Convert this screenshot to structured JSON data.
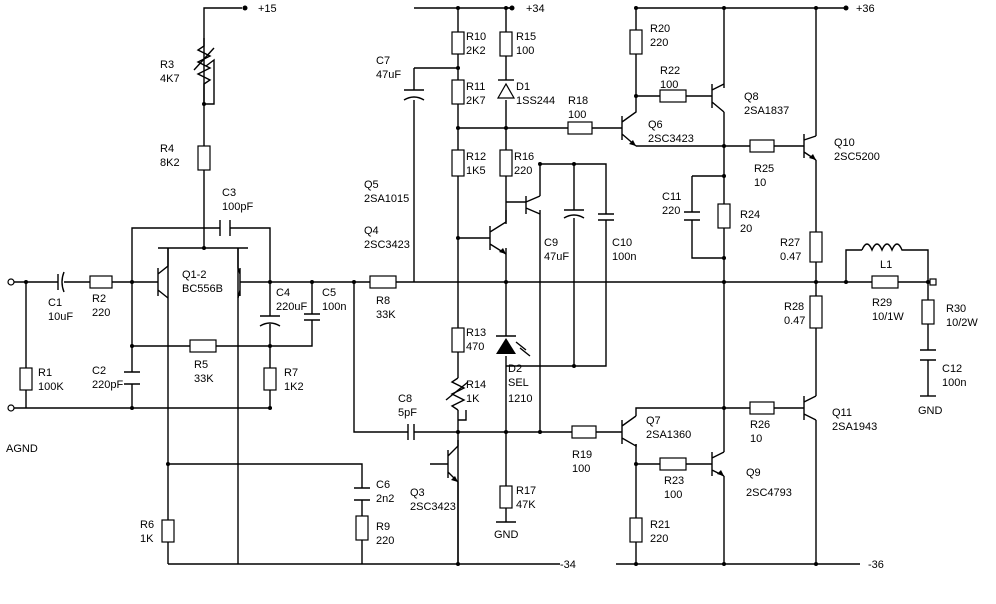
{
  "rails": {
    "p15": "+15",
    "p34": "+34",
    "p36": "+36",
    "n34": "-34",
    "n36": "-36",
    "agnd": "AGND",
    "gnd_left": "GND",
    "gnd_right": "GND"
  },
  "components": {
    "R1": {
      "ref": "R1",
      "value": "100K"
    },
    "R2": {
      "ref": "R2",
      "value": "220"
    },
    "R3": {
      "ref": "R3",
      "value": "4K7"
    },
    "R4": {
      "ref": "R4",
      "value": "8K2"
    },
    "R5": {
      "ref": "R5",
      "value": "33K"
    },
    "R6": {
      "ref": "R6",
      "value": "1K"
    },
    "R7": {
      "ref": "R7",
      "value": "1K2"
    },
    "R8": {
      "ref": "R8",
      "value": "33K"
    },
    "R9": {
      "ref": "R9",
      "value": "220"
    },
    "R10": {
      "ref": "R10",
      "value": "2K2"
    },
    "R11": {
      "ref": "R11",
      "value": "2K7"
    },
    "R12": {
      "ref": "R12",
      "value": "1K5"
    },
    "R13": {
      "ref": "R13",
      "value": "470"
    },
    "R14": {
      "ref": "R14",
      "value": "1K"
    },
    "R15": {
      "ref": "R15",
      "value": "100"
    },
    "R16": {
      "ref": "R16",
      "value": "220"
    },
    "R17": {
      "ref": "R17",
      "value": "47K"
    },
    "R18": {
      "ref": "R18",
      "value": "100"
    },
    "R19": {
      "ref": "R19",
      "value": "100"
    },
    "R20": {
      "ref": "R20",
      "value": "220"
    },
    "R21": {
      "ref": "R21",
      "value": "220"
    },
    "R22": {
      "ref": "R22",
      "value": "100"
    },
    "R23": {
      "ref": "R23",
      "value": "100"
    },
    "R24": {
      "ref": "R24",
      "value": "20"
    },
    "R25": {
      "ref": "R25",
      "value": "10"
    },
    "R26": {
      "ref": "R26",
      "value": "10"
    },
    "R27": {
      "ref": "R27",
      "value": "0.47"
    },
    "R28": {
      "ref": "R28",
      "value": "0.47"
    },
    "R29": {
      "ref": "R29",
      "value": "10/1W"
    },
    "R30": {
      "ref": "R30",
      "value": "10/2W"
    },
    "C1": {
      "ref": "C1",
      "value": "10uF"
    },
    "C2": {
      "ref": "C2",
      "value": "220pF"
    },
    "C3": {
      "ref": "C3",
      "value": "100pF"
    },
    "C4": {
      "ref": "C4",
      "value": "220uF"
    },
    "C5": {
      "ref": "C5",
      "value": "100n"
    },
    "C6": {
      "ref": "C6",
      "value": "2n2"
    },
    "C7": {
      "ref": "C7",
      "value": "47uF"
    },
    "C8": {
      "ref": "C8",
      "value": "5pF"
    },
    "C9": {
      "ref": "C9",
      "value": "47uF"
    },
    "C10": {
      "ref": "C10",
      "value": "100n"
    },
    "C11": {
      "ref": "C11",
      "value": "220"
    },
    "C12": {
      "ref": "C12",
      "value": "100n"
    },
    "D1": {
      "ref": "D1",
      "value": "1SS244"
    },
    "D2": {
      "ref": "D2",
      "value": "SEL",
      "value2": "1210"
    },
    "L1": {
      "ref": "L1"
    },
    "Q12": {
      "ref": "Q1-2",
      "value": "BC556B"
    },
    "Q3": {
      "ref": "Q3",
      "value": "2SC3423"
    },
    "Q4": {
      "ref": "Q4",
      "value": "2SC3423"
    },
    "Q5": {
      "ref": "Q5",
      "value": "2SA1015"
    },
    "Q6": {
      "ref": "Q6",
      "value": "2SC3423"
    },
    "Q7": {
      "ref": "Q7",
      "value": "2SA1360"
    },
    "Q8": {
      "ref": "Q8",
      "value": "2SA1837"
    },
    "Q9": {
      "ref": "Q9",
      "value": "2SC4793"
    },
    "Q10": {
      "ref": "Q10",
      "value": "2SC5200"
    },
    "Q11": {
      "ref": "Q11",
      "value": "2SA1943"
    }
  }
}
